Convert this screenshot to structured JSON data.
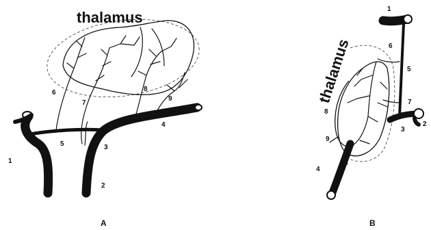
{
  "panels": [
    {
      "label": "A",
      "structure_label": "thalamus",
      "numbers": [
        "1",
        "2",
        "3",
        "4",
        "5",
        "6",
        "7",
        "8",
        "9"
      ]
    },
    {
      "label": "B",
      "structure_label": "thalamus",
      "numbers": [
        "1",
        "2",
        "3",
        "4",
        "5",
        "6",
        "7",
        "8",
        "9"
      ]
    }
  ]
}
